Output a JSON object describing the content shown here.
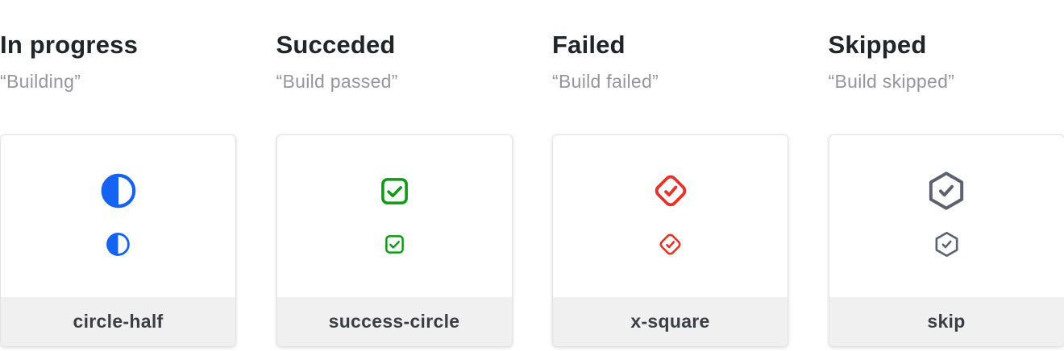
{
  "columns": [
    {
      "title": "In progress",
      "quote": "“Building”",
      "label": "circle-half",
      "icon": "circle-half-icon",
      "color": "#1563f2"
    },
    {
      "title": "Succeded",
      "quote": "“Build passed”",
      "label": "success-circle",
      "icon": "check-square-icon",
      "color": "#0c9b12"
    },
    {
      "title": "Failed",
      "quote": "“Build failed”",
      "label": "x-square",
      "icon": "diamond-check-icon",
      "color": "#e73229"
    },
    {
      "title": "Skipped",
      "quote": "“Build skipped”",
      "label": "skip",
      "icon": "hexagon-check-icon",
      "color": "#5a6171"
    }
  ],
  "colors": {
    "heading_text": "#20242b",
    "quote_text": "#95969b",
    "card_border": "#e3e3e4",
    "footer_background": "#f0f0f0",
    "footer_text": "#3b3f45"
  }
}
